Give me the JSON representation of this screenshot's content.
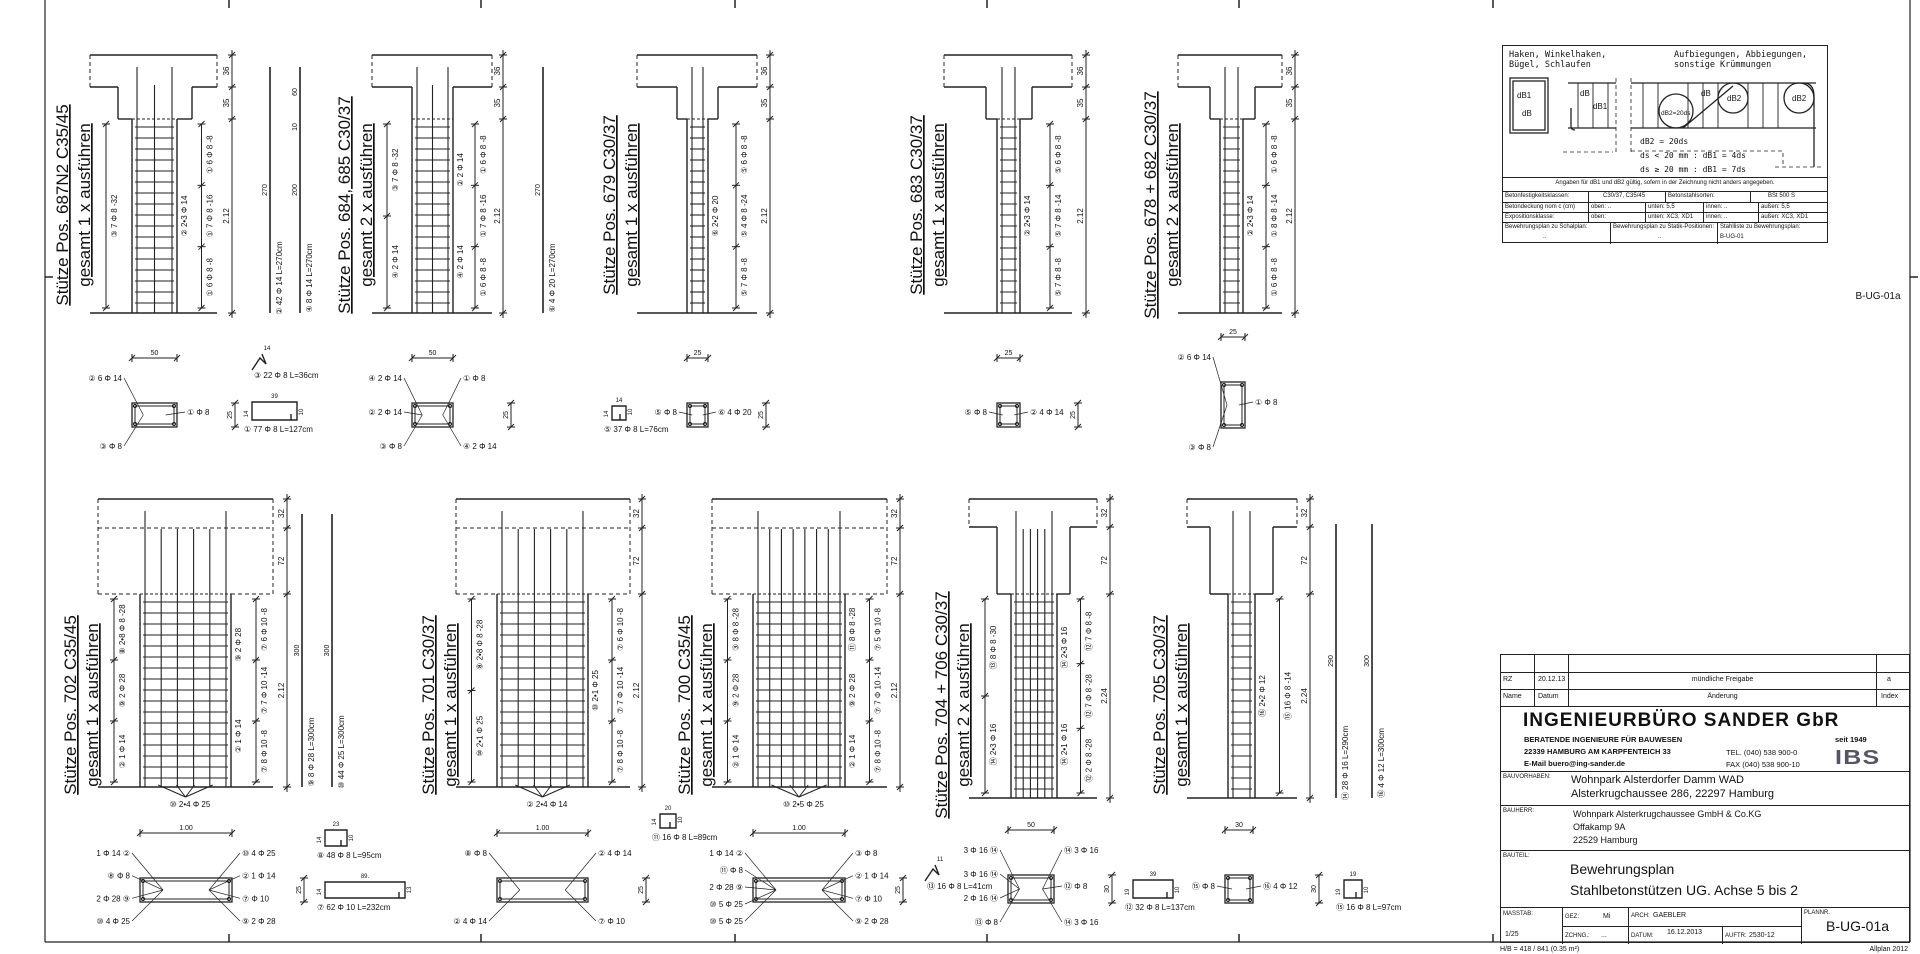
{
  "sheet": {
    "plan_code_side": "B-UG-01a",
    "footer_left": "H/B = 418 / 841 (0.35 m²)",
    "footer_right": "Allplan 2012"
  },
  "columns": [
    {
      "title": "Stütze Pos. 687N2 C35/45",
      "subtitle": "gesamt 1 x ausführen",
      "dims": [
        "36",
        "35",
        "2.12"
      ],
      "left": [
        "③ 7 Φ 8 -32"
      ],
      "inner": [
        "② 2•3 Φ 14"
      ],
      "right": [
        "① 6 Φ 8 -8",
        "① 7 Φ 8 -16",
        "① 6 Φ 8 -8"
      ],
      "bottom": "",
      "bars": [
        {
          "length": "270",
          "label": "② 42 Φ 14  L=270cm"
        },
        {
          "length": "200",
          "label": "④ 8 Φ 14  L=270cm",
          "extra": [
            "60",
            "10"
          ]
        }
      ],
      "section": {
        "width": "50",
        "height": "25",
        "labels": [
          "② 6 Φ 14",
          "③ Φ 8",
          "① Φ 8"
        ]
      },
      "shapes": [
        {
          "label": "③ 22 Φ 8  L=36cm",
          "dims": [
            "14"
          ]
        },
        {
          "label": "① 77 Φ 8  L=127cm",
          "dims": [
            "39",
            "10",
            "14"
          ]
        }
      ]
    },
    {
      "title": "Stütze Pos. 684, 685  C30/37",
      "subtitle": "gesamt 2 x ausführen",
      "dims": [
        "36",
        "35",
        "2.12"
      ],
      "left": [
        "④ 2 Φ 14",
        "③ 7 Φ 8 -32"
      ],
      "inner": [
        "④ 2 Φ 14",
        "② 2 Φ 14"
      ],
      "right": [
        "① 6 Φ 8 -8",
        "① 7 Φ 8 -16",
        "① 6 Φ 8 -8"
      ],
      "bottom": "",
      "bars": [
        {
          "length": "270",
          "label": "⑥ 4 Φ 20  L=270cm"
        }
      ],
      "section": {
        "width": "50",
        "height": "25",
        "labels": [
          "④ 2 Φ 14",
          "② 2 Φ 14",
          "③ Φ 8",
          "① Φ 8",
          "④ 2 Φ 14"
        ]
      },
      "shapes": []
    },
    {
      "title": "Stütze Pos. 679  C30/37",
      "subtitle": "gesamt 1 x ausführen",
      "dims": [
        "36",
        "35",
        "2.12"
      ],
      "left": [],
      "inner": [
        "⑥ 2•2 Φ 20"
      ],
      "right": [
        "⑤ 7 Φ 8 -8",
        "⑤ 4 Φ 8 -24",
        "⑤ 6 Φ 8 -8"
      ],
      "bottom": "",
      "bars": [],
      "section": {
        "width": "25",
        "height": "25",
        "labels": [
          "⑤ Φ 8",
          "⑥ 4 Φ 20"
        ]
      },
      "shapes": [
        {
          "label": "⑤ 37 Φ 8  L=76cm",
          "dims": [
            "14",
            "10",
            "14"
          ]
        }
      ]
    },
    {
      "title": "Stütze Pos. 683  C30/37",
      "subtitle": "gesamt 1 x ausführen",
      "dims": [
        "36",
        "35",
        "2.12"
      ],
      "left": [],
      "inner": [
        "② 2•3 Φ 14"
      ],
      "right": [
        "⑤ 7 Φ 8 -8",
        "⑤ 7 Φ 8 -14",
        "⑤ 6 Φ 8 -8"
      ],
      "bottom": "",
      "bars": [],
      "section": {
        "width": "25",
        "height": "25",
        "labels": [
          "⑤ Φ 8",
          "② 4 Φ 14"
        ]
      },
      "shapes": []
    },
    {
      "title": "Stütze Pos. 678 + 682 C30/37",
      "subtitle": "gesamt 2 x ausführen",
      "dims": [
        "36",
        "35",
        "2.12"
      ],
      "left": [],
      "inner": [
        "② 2•3 Φ 14"
      ],
      "right": [
        "① 6 Φ 8 -8",
        "① 8 Φ 8 -14",
        "① 6 Φ 8 -8"
      ],
      "bottom": "",
      "bars": [],
      "section": {
        "width": "25",
        "height": "",
        "labels": [
          "② 6 Φ 14",
          "③ Φ 8",
          "① Φ 8"
        ]
      },
      "shapes": []
    },
    {
      "title": "Stütze Pos. 702  C35/45",
      "subtitle": "gesamt 1 x ausführen",
      "dims": [
        "32",
        "72",
        "2.12"
      ],
      "left": [
        "② 1 Φ 14",
        "⑨ 2 Φ 28",
        "⑧ 2•8 Φ 8 -28"
      ],
      "inner": [
        "② 1 Φ 14",
        "⑨ 2 Φ 28"
      ],
      "right": [
        "⑦ 8 Φ 10 -8",
        "⑦ 7 Φ 10 -14",
        "⑦ 6 Φ 10 -8"
      ],
      "bottom": "⑩ 2•4 Φ 25",
      "bars": [
        {
          "length": "300",
          "label": "⑨ 8 Φ 28  L=300cm"
        },
        {
          "length": "300",
          "label": "⑩ 44 Φ 25  L=300cm"
        }
      ],
      "section": {
        "width": "1.00",
        "height": "25",
        "labels": [
          "1 Φ 14 ②",
          "⑧ Φ 8",
          "2 Φ 28 ⑨",
          "⑩ 4 Φ 25",
          "⑩ 4 Φ 25",
          "② 1 Φ 14",
          "⑦ Φ 10",
          "⑨ 2 Φ 28"
        ]
      },
      "shapes": [
        {
          "label": "⑧ 48 Φ 8  L=95cm",
          "dims": [
            "23",
            "10",
            "14"
          ]
        },
        {
          "label": "⑦ 62 Φ 10  L=232cm",
          "dims": [
            "89.",
            "13",
            "14"
          ]
        }
      ]
    },
    {
      "title": "Stütze Pos. 701  C30/37",
      "subtitle": "gesamt 1 x ausführen",
      "dims": [
        "32",
        "72",
        "2.12"
      ],
      "left": [
        "⑩ 2•1 Φ 25",
        "⑧ 2•8 Φ 8 -28"
      ],
      "inner": [
        "⑩ 2•1 Φ 25"
      ],
      "right": [
        "⑦ 8 Φ 10 -8",
        "⑦ 7 Φ 10 -14",
        "⑦ 6 Φ 10 -8"
      ],
      "bottom": "② 2•4 Φ 14",
      "bars": [],
      "section": {
        "width": "1.00",
        "height": "25",
        "labels": [
          "⑧ Φ 8",
          "② 4 Φ 14",
          "② 4 Φ 14",
          "⑦ Φ 10"
        ]
      },
      "shapes": []
    },
    {
      "title": "Stütze Pos. 700  C35/45",
      "subtitle": "gesamt 1 x ausführen",
      "dims": [
        "32",
        "72",
        "2.12"
      ],
      "left": [
        "② 1 Φ 14",
        "⑨ 2 Φ 28",
        "③ 8 Φ 8 -28"
      ],
      "inner": [
        "② 1 Φ 14",
        "⑨ 2 Φ 28",
        "⑪ 8 Φ 8 -28"
      ],
      "right": [
        "⑦ 8 Φ 10 -8",
        "⑦ 7 Φ 10 -14",
        "⑦ 5 Φ 10 -8"
      ],
      "bottom": "⑩ 2•5 Φ 25",
      "bars": [],
      "section": {
        "width": "1.00",
        "height": "25",
        "labels": [
          "1 Φ 14 ②",
          "⑪ Φ 8",
          "2 Φ 28 ⑨",
          "⑩ 5 Φ 25",
          "⑩ 5 Φ 25",
          "③ Φ 8",
          "② 1 Φ 14",
          "⑦ Φ 10",
          "⑨ 2 Φ 28"
        ]
      },
      "shapes": [
        {
          "label": "⑪ 16 Φ 8  L=89cm",
          "dims": [
            "20",
            "10",
            "14"
          ]
        }
      ]
    },
    {
      "title": "Stütze Pos. 704 + 706 C30/37",
      "subtitle": "gesamt 2 x ausführen",
      "dims": [
        "32",
        "72",
        "2.24"
      ],
      "left": [
        "⑭ 2•3 Φ 16",
        "⑬ 8 Φ 8 -30"
      ],
      "inner": [
        "⑭ 2•1 Φ 16",
        "⑭ 2•3 Φ 16"
      ],
      "right": [
        "⑫ 2 Φ 8 -28",
        "⑫ 7 Φ 8 -28",
        "⑫ 7 Φ 8 -8"
      ],
      "bottom": "",
      "bars": [],
      "section": {
        "width": "50",
        "height": "30",
        "labels": [
          "3 Φ 16 ⑭",
          "3 Φ 16 ⑭",
          "2 Φ 16 ⑭",
          "⑬ Φ 8",
          "⑭ 3 Φ 16",
          "⑫ Φ 8",
          "⑭ 3 Φ 16"
        ]
      },
      "shapes": [
        {
          "label": "⑬ 16 Φ 8  L=41cm",
          "dims": [
            "11"
          ]
        },
        {
          "label": "⑫ 32 Φ 8  L=137cm",
          "dims": [
            "39",
            "10",
            "19"
          ]
        }
      ]
    },
    {
      "title": "Stütze Pos. 705  C30/37",
      "subtitle": "gesamt 1 x ausführen",
      "dims": [
        "32",
        "72",
        "2.24"
      ],
      "left": [],
      "inner": [
        "⑯ 2•2 Φ 12"
      ],
      "right": [
        "⑮ 16 Φ 8 -14"
      ],
      "bottom": "",
      "bars": [
        {
          "length": "290",
          "label": "⑭ 28 Φ 16  L=290cm"
        },
        {
          "length": "300",
          "label": "⑯ 4 Φ 12  L=300cm"
        }
      ],
      "section": {
        "width": "30",
        "height": "30",
        "labels": [
          "⑮ Φ 8",
          "⑯ 4 Φ 12"
        ]
      },
      "shapes": [
        {
          "label": "⑮ 16 Φ 8  L=97cm",
          "dims": [
            "19",
            "10",
            "19"
          ]
        }
      ]
    }
  ],
  "legend": {
    "heading_left": [
      "Haken, Winkelhaken,",
      "Bügel, Schlaufen"
    ],
    "heading_right": [
      "Aufbiegungen, Abbiegungen,",
      "sonstige Krümmungen"
    ],
    "sketch_labels": [
      "dB1",
      "dB",
      "dB1",
      "dB",
      "dB2=20ds",
      "dB",
      "dB2",
      "dB2"
    ],
    "formulas": [
      "dB2 = 20ds",
      "ds < 20 mm : dB1 = 4ds",
      "ds ≥ 20 mm : dB1 = 7ds"
    ],
    "note": "Angaben für dB1 und dB2 gültig, sofern in der Zeichnung nicht anders angegeben.",
    "rows": [
      [
        "Betonfestigkeitsklassen:",
        "C30/37, C35/45",
        "Betonstahlsorten:",
        "BSt 500 S"
      ],
      [
        "Betondeckung nom c (cm)",
        "oben: ..",
        "unten: 5,5",
        "innen: ..",
        "außen: 5,5"
      ],
      [
        "Expositionsklasse:",
        "oben:",
        "unten: XC3, XD1",
        "innen: ..",
        "außen: XC3, XD1"
      ]
    ],
    "refs": [
      {
        "label": "Bewehrungsplan zu Schalplan:",
        "value": ".."
      },
      {
        "label": "Bewehrungsplan zu Statik-Positionen:",
        "value": ".."
      },
      {
        "label": "Stahlliste zu Bewehrungsplan:",
        "value": "B-UG-01"
      }
    ]
  },
  "title_block": {
    "revision": {
      "name": "RZ",
      "date": "20.12.13",
      "change": "mündliche Freigabe",
      "index": "a"
    },
    "revision_headers": {
      "name": "Name",
      "date": "Datum",
      "change": "Änderung",
      "index": "Index"
    },
    "company": "INGENIEURBÜRO SANDER GbR",
    "company_tagline": "BERATENDE INGENIEURE FÜR BAUWESEN",
    "address": "22339 HAMBURG AM KARPFENTEICH 33",
    "email": "E-Mail buero@ing-sander.de",
    "tel": "TEL. (040) 538 900-0",
    "fax": "FAX (040) 538 900-10",
    "since": "seit 1949",
    "logo": "IBS",
    "project_label": "BAUVORHABEN:",
    "project": [
      "Wohnpark Alsterdorfer Damm WAD",
      "Alsterkrugchaussee 286, 22297 Hamburg"
    ],
    "client_label": "BAUHERR:",
    "client": [
      "Wohnpark Alsterkrugchaussee GmbH & Co.KG",
      "Offakamp 9A",
      "22529 Hamburg"
    ],
    "part_label": "BAUTEIL:",
    "part": [
      "Bewehrungsplan",
      "Stahlbetonstützen UG. Achse 5 bis 2"
    ],
    "scale_label": "MASSTAB:",
    "scale": "1/25",
    "drawn_label": "GEZ:",
    "drawn": "Mi",
    "drawing_no_label": "ZCHNG.:",
    "drawing_no": "...",
    "arch_label": "ARCH:",
    "arch": "GAEBLER",
    "date_label": "DATUM:",
    "date": "16.12.2013",
    "order_label": "AUFTR:",
    "order": "2530-12",
    "plan_no_label": "PLANNR.",
    "plan_no": "B-UG-01a"
  }
}
